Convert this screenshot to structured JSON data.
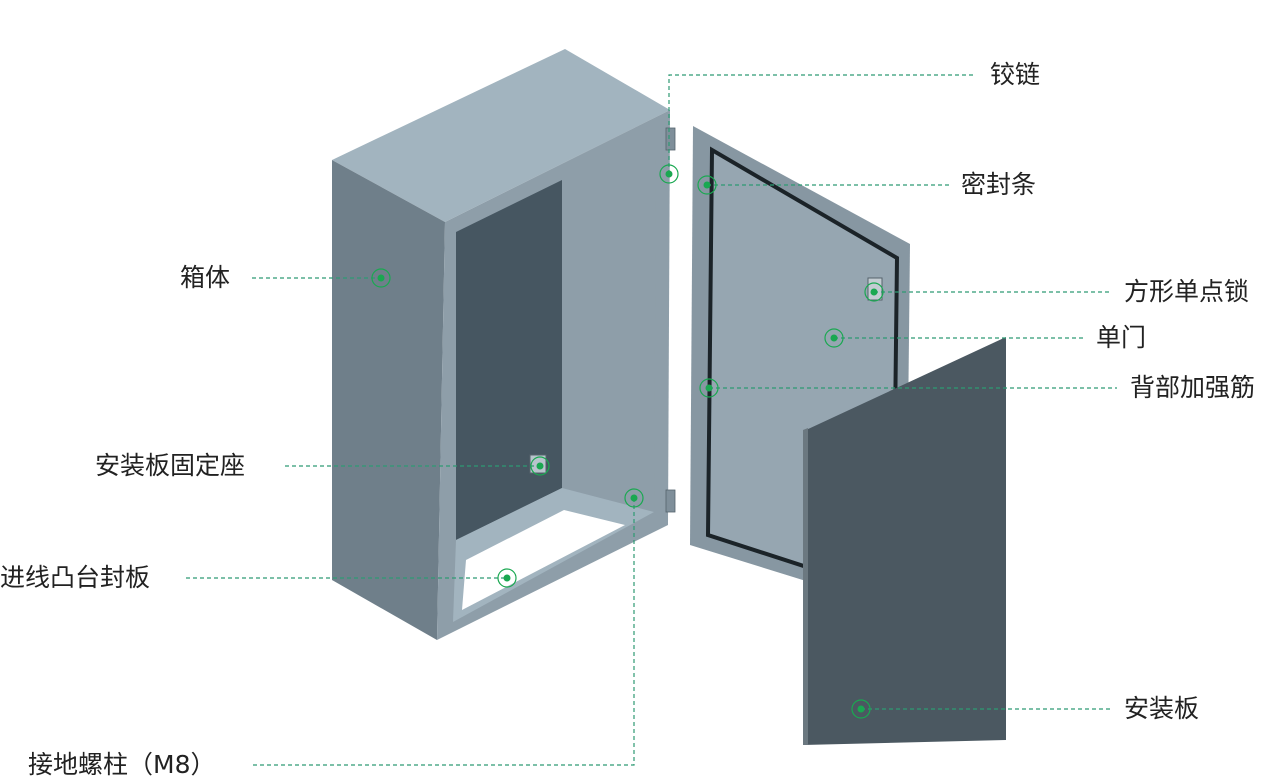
{
  "colors": {
    "accent": "#1aa851",
    "leader": "#2e9a73",
    "label_text": "#222222",
    "box_top": "#a2b4bf",
    "box_side": "#6f7f8a",
    "box_front": "#8e9ea9",
    "box_inner": "#465661",
    "door": "#8797a2",
    "plate": "#4b5861"
  },
  "callouts": [
    {
      "id": "hinge",
      "text": "铰链"
    },
    {
      "id": "seal-strip",
      "text": "密封条"
    },
    {
      "id": "enclosure-body",
      "text": "箱体"
    },
    {
      "id": "square-lock",
      "text": "方形单点锁"
    },
    {
      "id": "single-door",
      "text": "单门"
    },
    {
      "id": "back-rib",
      "text": "背部加强筋"
    },
    {
      "id": "plate-mount",
      "text": "安装板固定座"
    },
    {
      "id": "gland-plate",
      "text": "进线凸台封板"
    },
    {
      "id": "mounting-plate",
      "text": "安装板"
    },
    {
      "id": "ground-stud",
      "text": "接地螺柱（M8）"
    }
  ]
}
